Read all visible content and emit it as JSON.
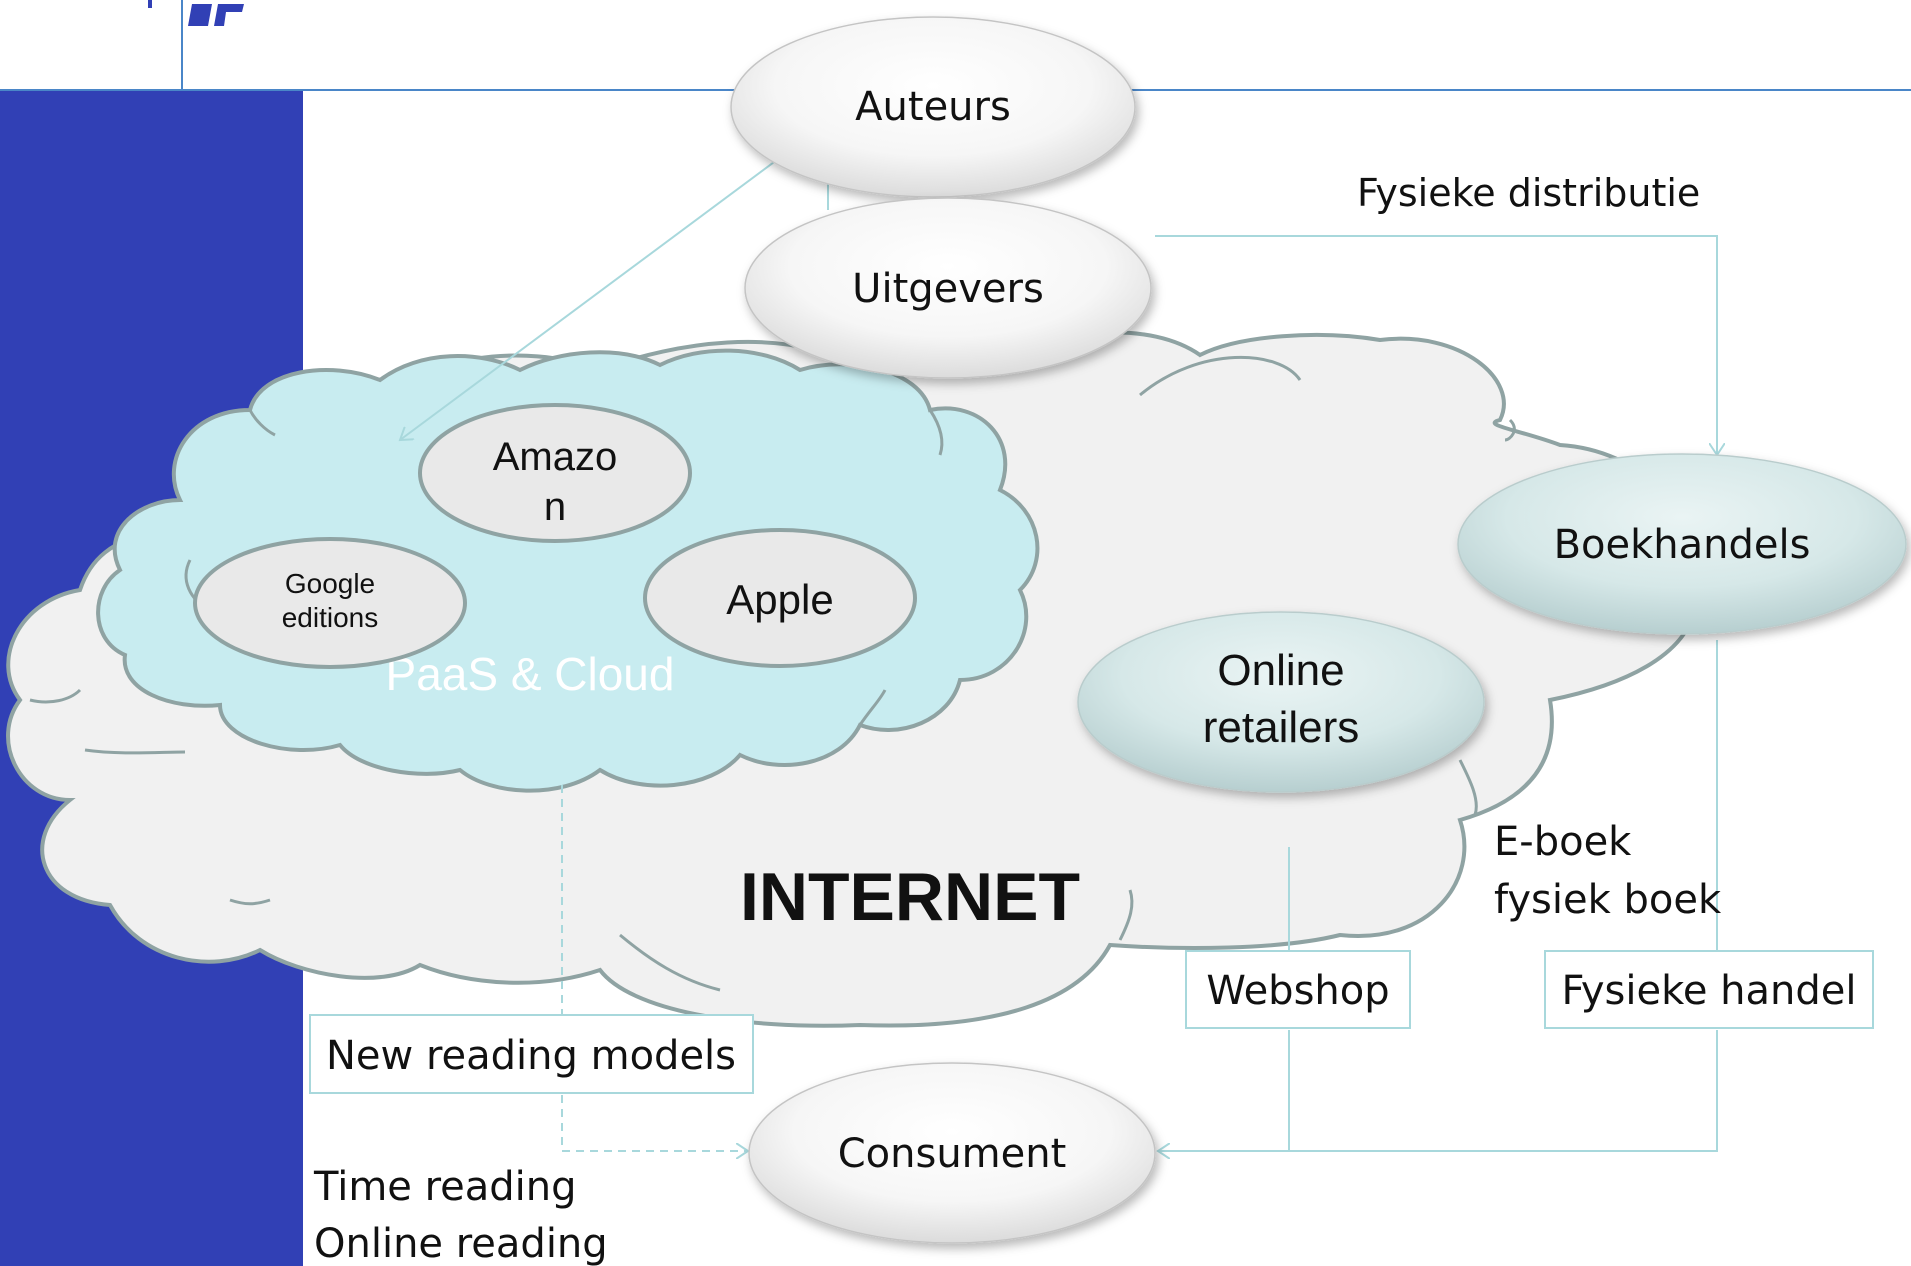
{
  "nodes": {
    "auteurs": "Auteurs",
    "uitgevers": "Uitgevers",
    "amazon_line1": "Amazo",
    "amazon_line2": "n",
    "google_line1": "Google",
    "google_line2": "editions",
    "apple": "Apple",
    "paas_cloud": "PaaS & Cloud",
    "internet": "INTERNET",
    "boekhandels": "Boekhandels",
    "online_retailers_line1": "Online",
    "online_retailers_line2": "retailers",
    "consument": "Consument"
  },
  "labels": {
    "fysieke_distributie": "Fysieke distributie",
    "eboek": "E-boek",
    "fysiek_boek": "fysiek boek",
    "webshop": "Webshop",
    "fysieke_handel": "Fysieke handel",
    "new_reading_models": "New reading models",
    "time_reading": "Time reading",
    "online_reading": "Online reading"
  },
  "colors": {
    "sidebar_blue": "#3140b5",
    "header_line": "#4a86c8",
    "cloud_gray": "#f1f1f1",
    "cloud_stroke": "#8fa3a3",
    "paas_cloud_fill": "#c8ecf0",
    "connector": "#a8d8dc"
  }
}
